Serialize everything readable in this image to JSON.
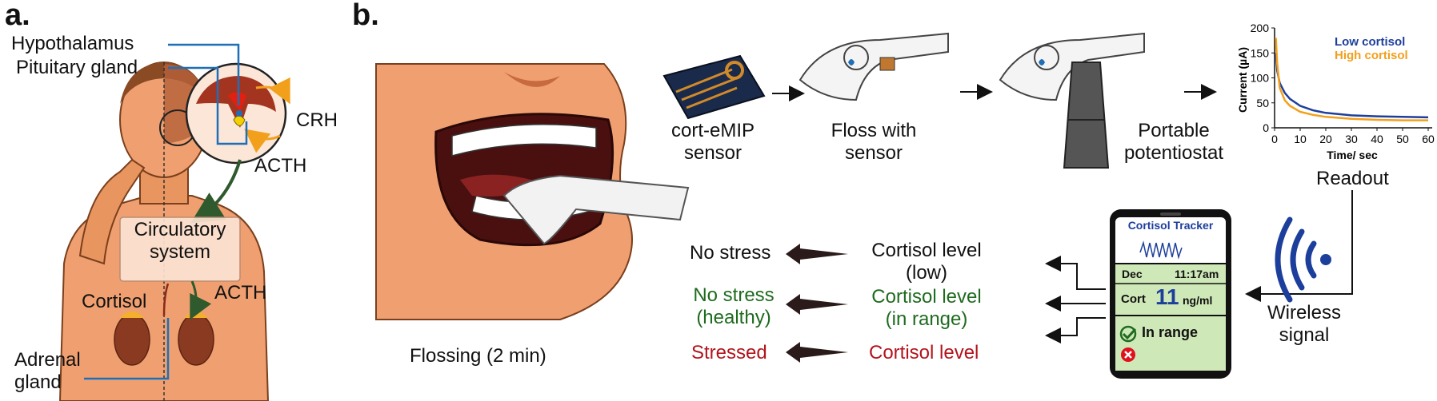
{
  "panel_a": {
    "label": "a.",
    "hypothalamus": "Hypothalamus",
    "pituitary": "Pituitary gland",
    "crh": "CRH",
    "acth_top": "ACTH",
    "circulatory_line1": "Circulatory",
    "circulatory_line2": "system",
    "cortisol": "Cortisol",
    "acth_bottom": "ACTH",
    "adrenal_line1": "Adrenal",
    "adrenal_line2": "gland"
  },
  "panel_b": {
    "label": "b.",
    "flossing": "Flossing (2 min)",
    "sensor_line1": "cort-eMIP",
    "sensor_line2": "sensor",
    "floss_line1": "Floss with",
    "floss_line2": "sensor",
    "potentiostat_line1": "Portable",
    "potentiostat_line2": "potentiostat",
    "readout": "Readout",
    "wireless_line1": "Wireless",
    "wireless_line2": "signal",
    "outcomes": {
      "low_result": "No stress",
      "low_level_line1": "Cortisol level",
      "low_level_line2": "(low)",
      "range_result_line1": "No stress",
      "range_result_line2": "(healthy)",
      "range_level_line1": "Cortisol level",
      "range_level_line2": "(in range)",
      "high_result": "Stressed",
      "high_level": "Cortisol level"
    },
    "phone": {
      "title": "Cortisol Tracker",
      "date": "Dec",
      "time": "11:17am",
      "cort_label": "Cort",
      "cort_value": "11",
      "cort_unit": "ng/ml",
      "status": "In range"
    }
  },
  "colors": {
    "low_cortisol": "#1d3f9c",
    "high_cortisol": "#f2a01c",
    "green_text": "#1f6b1f",
    "red_text": "#b3141c",
    "blue_leader": "#1f6fb8",
    "skin": "#f0a070"
  },
  "chart_data": {
    "type": "line",
    "xlabel": "Time/ sec",
    "ylabel": "Current (µA)",
    "xlim": [
      0,
      60
    ],
    "ylim": [
      0,
      200
    ],
    "xticks": [
      0,
      10,
      20,
      30,
      40,
      50,
      60
    ],
    "yticks": [
      0,
      50,
      100,
      150,
      200
    ],
    "legend_position": "top-right",
    "series": [
      {
        "name": "Low cortisol",
        "color": "#1d3f9c",
        "x": [
          0.5,
          1,
          2,
          4,
          6,
          10,
          15,
          20,
          30,
          40,
          50,
          60
        ],
        "values": [
          150,
          115,
          90,
          70,
          58,
          44,
          35,
          30,
          25,
          23,
          22,
          21
        ]
      },
      {
        "name": "High cortisol",
        "color": "#f2a01c",
        "x": [
          0.5,
          1,
          2,
          4,
          6,
          10,
          15,
          20,
          30,
          40,
          50,
          60
        ],
        "values": [
          180,
          130,
          80,
          55,
          44,
          32,
          26,
          22,
          18,
          16,
          15,
          15
        ]
      }
    ]
  }
}
